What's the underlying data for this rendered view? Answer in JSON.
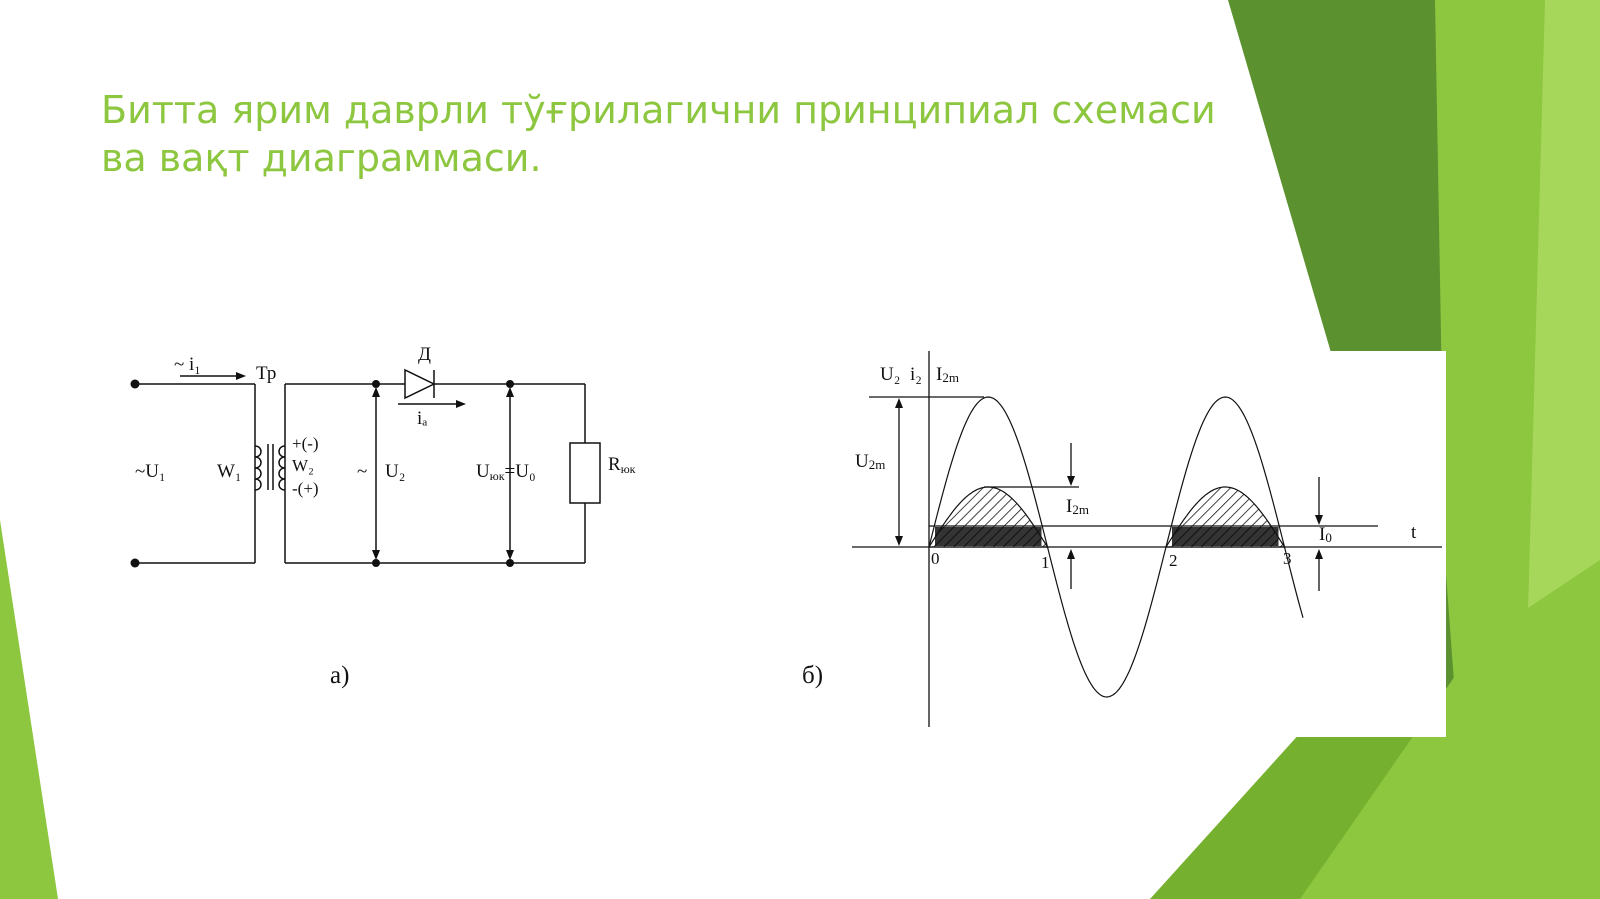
{
  "title": {
    "line1": "Битта ярим даврли тўғрилагични принципиал схемаси",
    "line2": "ва вақт диаграммаси."
  },
  "circuit": {
    "input_current": "~ i₁",
    "transformer": "Тр",
    "input_voltage": "~U₁",
    "primary_winding": "W₁",
    "secondary_top_polarity": "+(-)",
    "secondary_winding": "W₂",
    "secondary_bottom_polarity": "-(+)",
    "ac_symbol": "~",
    "secondary_voltage": "U₂",
    "diode": "Д",
    "diode_current": "iₐ",
    "load_voltage_main": "U",
    "load_voltage_sub": "юк",
    "load_voltage_eq": "=U₀",
    "load_resistor_main": "R",
    "load_resistor_sub": "юк",
    "caption": "а)"
  },
  "timing": {
    "axis_label_u2": "U₂",
    "axis_label_i2": "i₂",
    "axis_label_i2m_main": "I",
    "axis_label_i2m_sub": "2m",
    "u2m_main": "U",
    "u2m_sub": "2m",
    "i2m_marker_main": "I",
    "i2m_marker_sub": "2m",
    "i0_main": "I",
    "i0_sub": "0",
    "t_label": "t",
    "ticks": [
      "0",
      "1",
      "2",
      "3"
    ],
    "caption": "б)"
  },
  "colors": {
    "accent_green": "#8dc63f",
    "dark_green": "#5a8f2e",
    "light_green": "#9ccf50",
    "ink": "#111111"
  }
}
